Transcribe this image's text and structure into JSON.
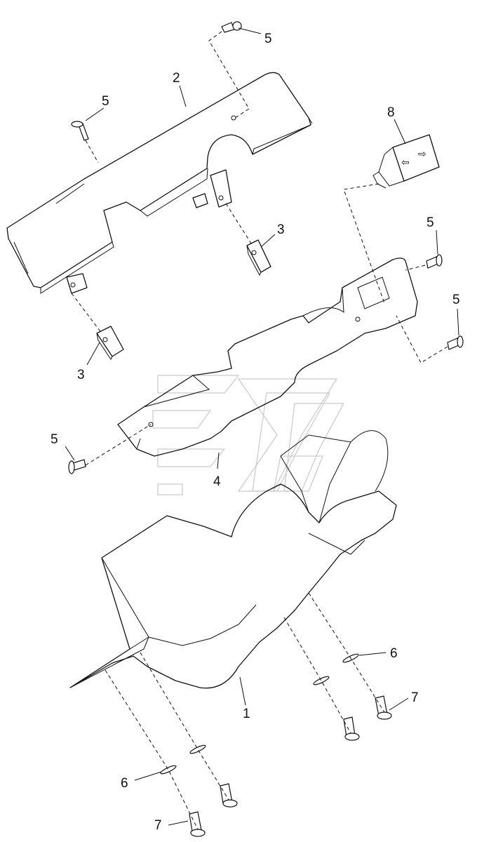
{
  "callouts": [
    "5",
    "2",
    "5",
    "8",
    "3",
    "5",
    "3",
    "5",
    "5",
    "4",
    "6",
    "7",
    "1",
    "6",
    "7"
  ]
}
